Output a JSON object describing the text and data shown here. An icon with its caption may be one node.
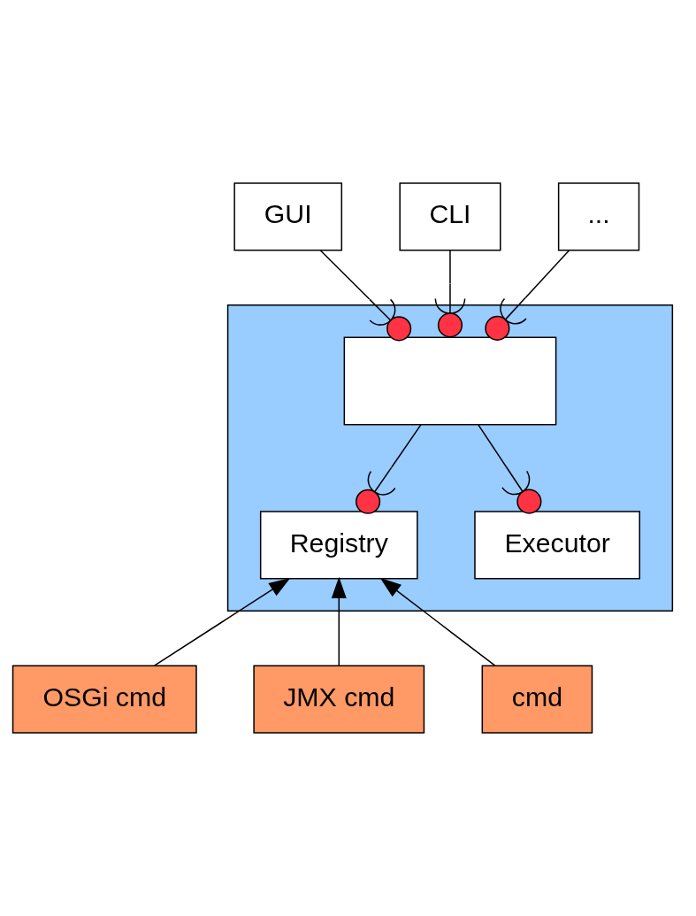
{
  "diagram": {
    "nodes": [
      {
        "text": [
          "GUI"
        ]
      },
      {
        "text": [
          "CLI"
        ]
      },
      {
        "text": [
          "..."
        ]
      },
      {
        "text": [],
        "shape": "box"
      },
      {
        "text": [],
        "shape": "box",
        "in": 3
      },
      {
        "text": [
          "Registry"
        ],
        "in": 3
      },
      {
        "text": [
          "Executor"
        ],
        "in": 3
      },
      {
        "text": [
          "OSGi cmd"
        ]
      },
      {
        "text": [
          "JMX cmd"
        ]
      },
      {
        "text": [
          "cmd"
        ]
      }
    ],
    "edges": [
      {
        "from": 0,
        "to": 4,
        "arrow": "other"
      },
      {
        "from": 1,
        "to": 4,
        "arrow": "other"
      },
      {
        "from": 2,
        "to": 4,
        "arrow": "other"
      },
      {
        "from": 4,
        "to": 5,
        "arrow": "other"
      },
      {
        "from": 4,
        "to": 6,
        "arrow": "other"
      },
      {
        "from": 7,
        "to": 5,
        "arrow": "to"
      },
      {
        "from": 8,
        "to": 5,
        "arrow": "to"
      },
      {
        "from": 9,
        "to": 5,
        "arrow": "to"
      }
    ]
  }
}
